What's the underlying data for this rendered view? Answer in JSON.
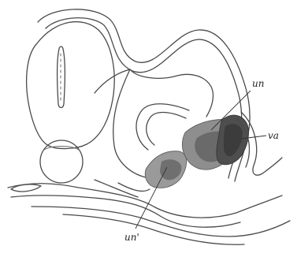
{
  "labels": {
    "un": "un",
    "va": "va",
    "un_prime": "un'"
  },
  "colors": {
    "outline": "#4a4a4a",
    "shade_dark": "#5a5a5a",
    "shade_mid": "#8a8a8a",
    "background": "#ffffff"
  }
}
